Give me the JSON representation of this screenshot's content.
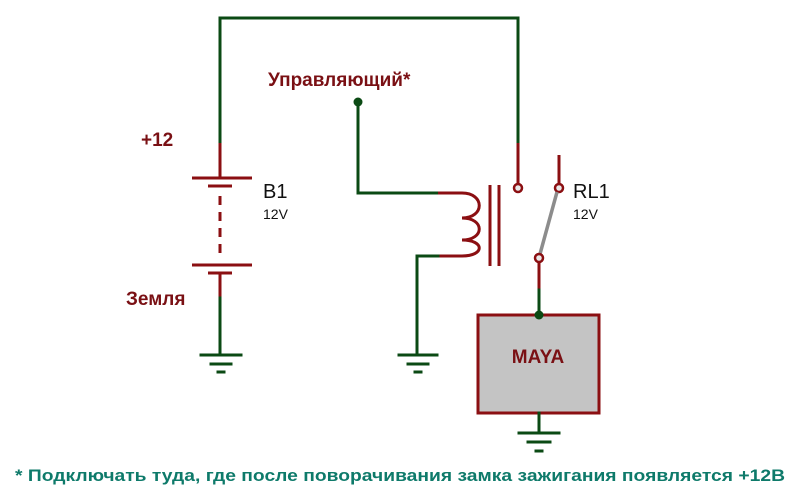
{
  "labels": {
    "plus12": "+12",
    "ground": "Земля",
    "control": "Управляющий*",
    "maya": "MAYA",
    "footnote": "* Подключать туда, где после поворачивания замка зажигания появляется +12В"
  },
  "components": {
    "battery": {
      "ref": "B1",
      "value": "12V"
    },
    "relay": {
      "ref": "RL1",
      "value": "12V"
    },
    "device": {
      "name": "MAYA"
    }
  },
  "colors": {
    "wire": "#0b4a14",
    "pin": "#8b0f12",
    "label": "#7a1014",
    "footnote": "#0e7a6a",
    "device_fill": "#c4c4c4",
    "switch_arm": "#8c8c8c"
  }
}
